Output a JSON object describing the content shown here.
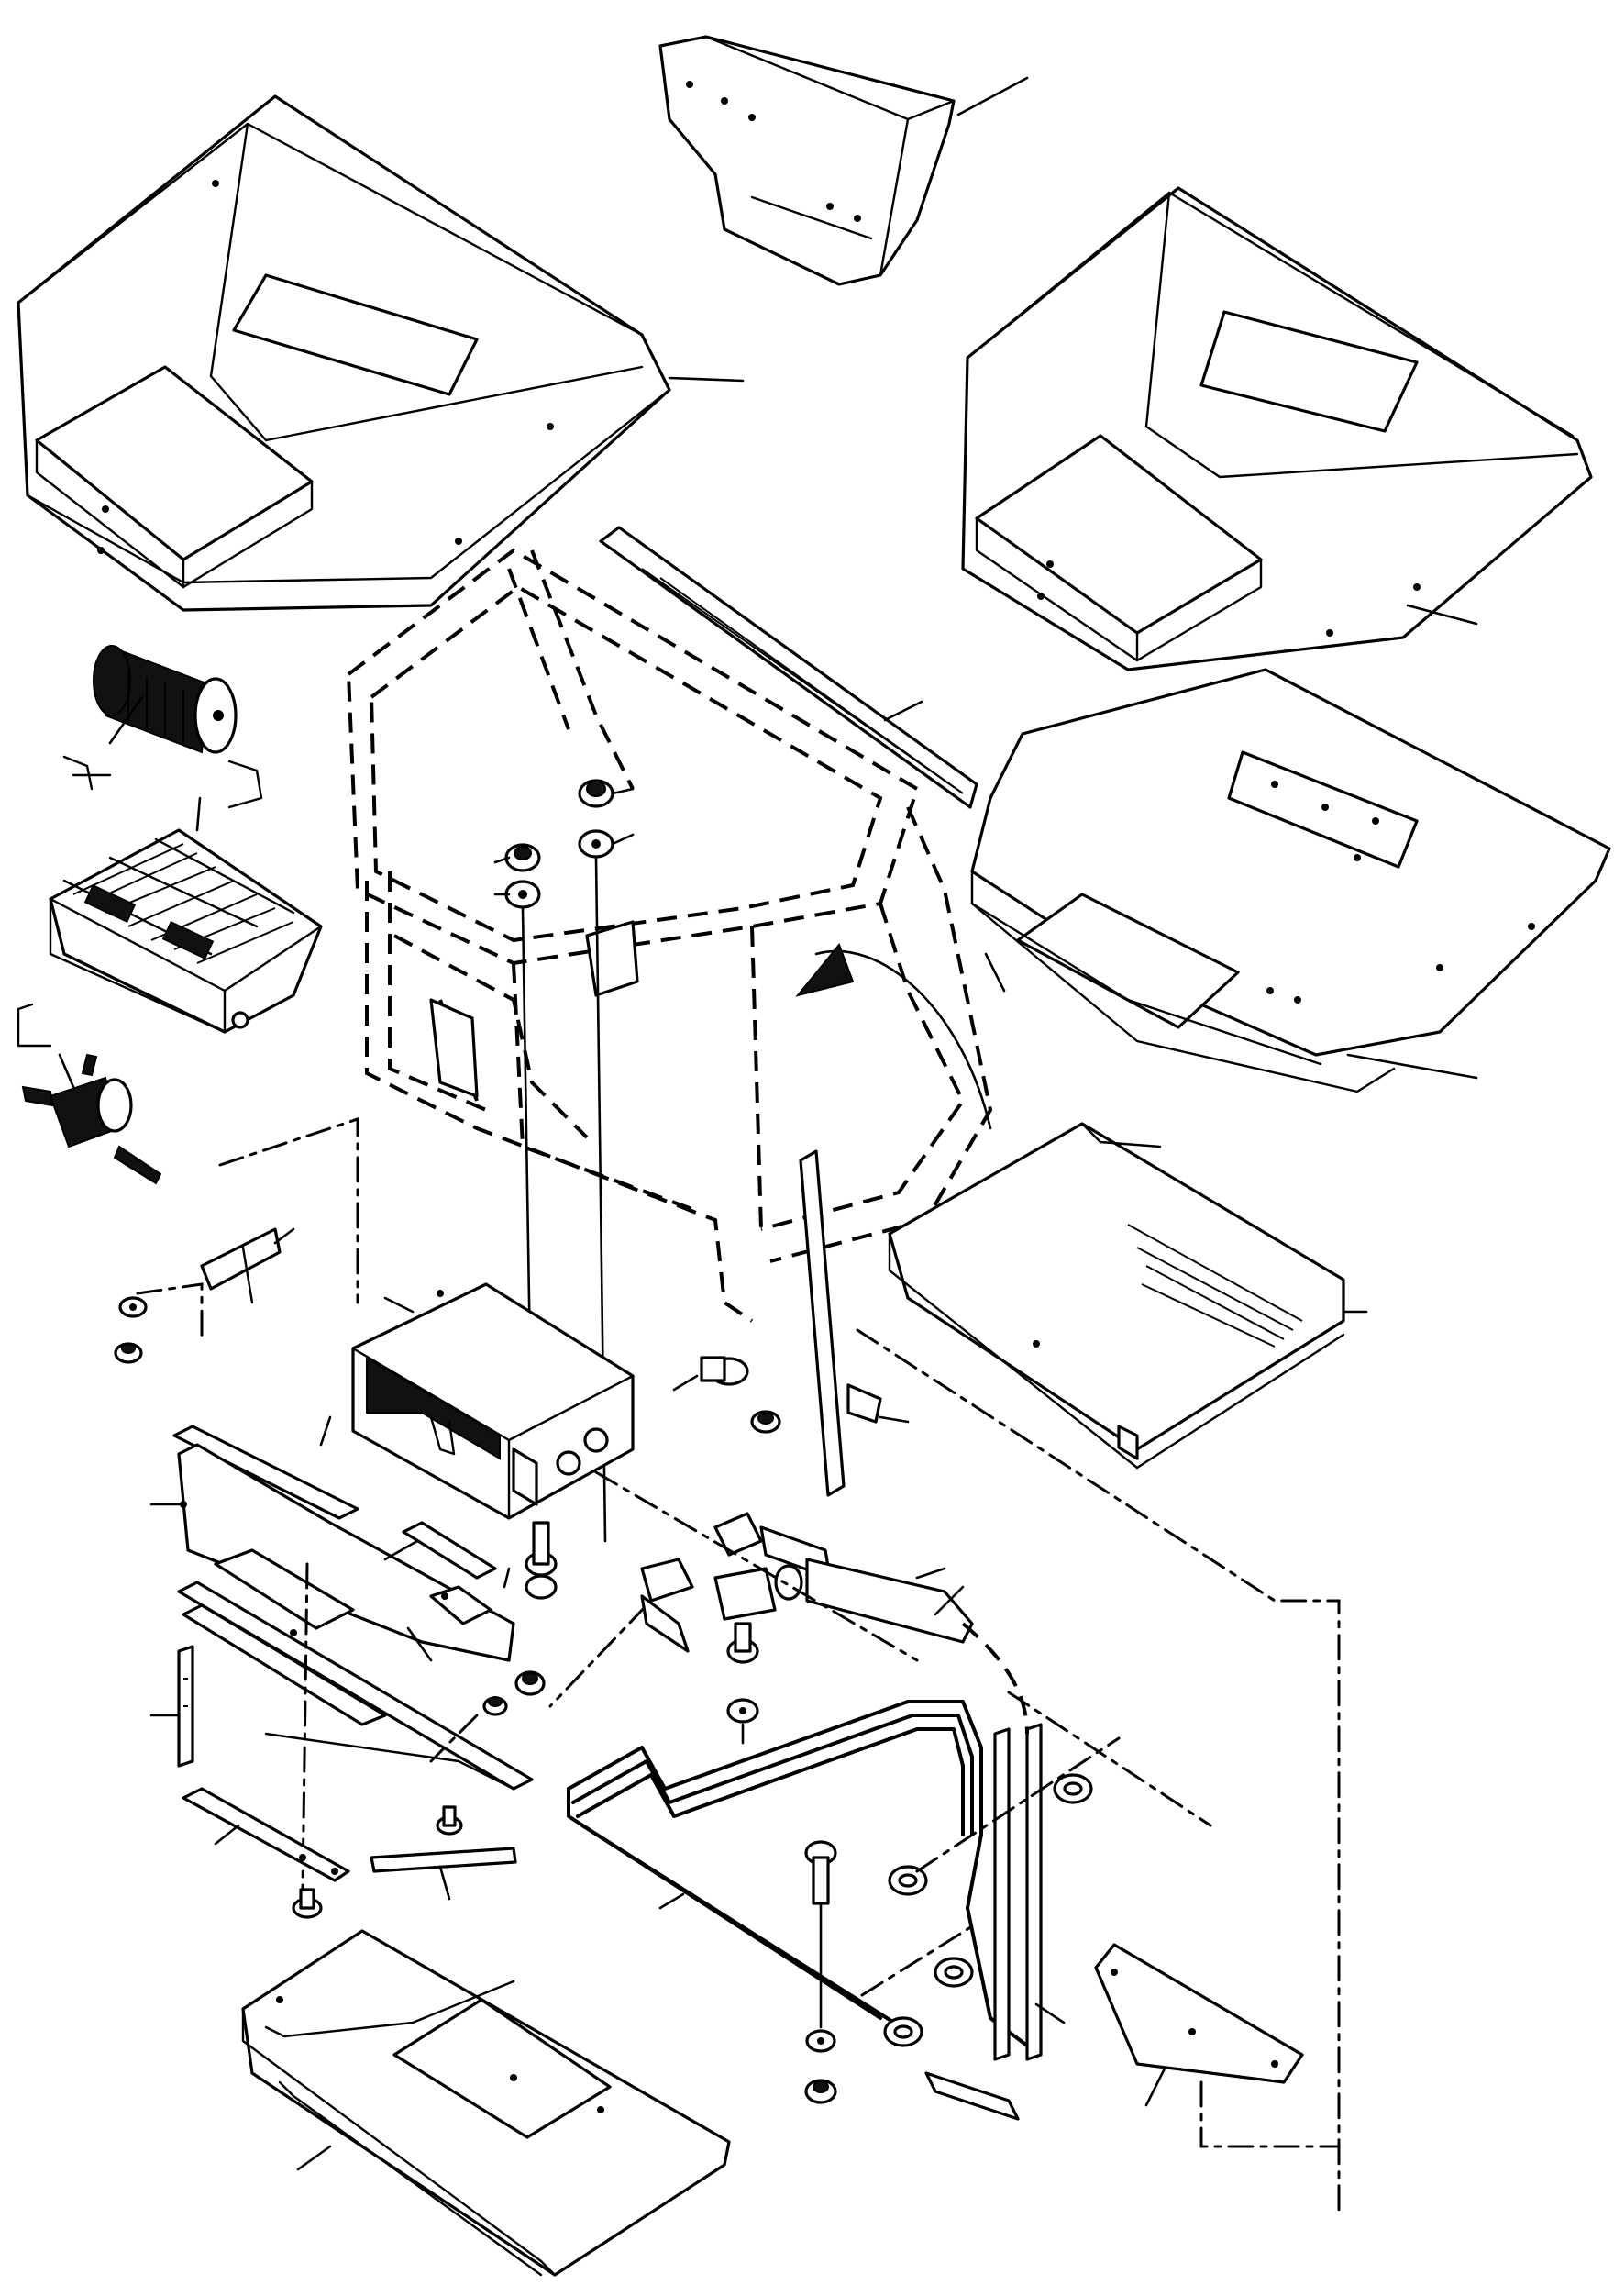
{
  "image": {
    "kind": "exploded parts view",
    "line_color": "#000000",
    "background": "#ffffff"
  },
  "parts": [
    {
      "id": "top-center-bracket",
      "icon": "bent-bracket-icon"
    },
    {
      "id": "left-hood-cover",
      "icon": "hood-cover-icon"
    },
    {
      "id": "right-hood-cover",
      "icon": "hood-cover-icon"
    },
    {
      "id": "air-filter",
      "icon": "cylinder-filter-icon"
    },
    {
      "id": "battery",
      "icon": "battery-icon"
    },
    {
      "id": "switch-connector",
      "icon": "connector-icon"
    },
    {
      "id": "cab-frame",
      "icon": "frame-icon"
    },
    {
      "id": "weather-strip",
      "icon": "strip-icon"
    },
    {
      "id": "right-floor-plate",
      "icon": "plate-icon"
    },
    {
      "id": "floor-mat",
      "icon": "mat-icon"
    },
    {
      "id": "control-box",
      "icon": "box-icon"
    },
    {
      "id": "left-base-plate",
      "icon": "plate-icon"
    },
    {
      "id": "hydraulic-lines",
      "icon": "tubing-icon"
    },
    {
      "id": "bottom-cover-plate",
      "icon": "plate-icon"
    },
    {
      "id": "side-plate",
      "icon": "plate-icon"
    },
    {
      "id": "fasteners",
      "icon": "bolt-icon"
    },
    {
      "id": "rotation-arrow",
      "icon": "curved-arrow-icon"
    }
  ]
}
